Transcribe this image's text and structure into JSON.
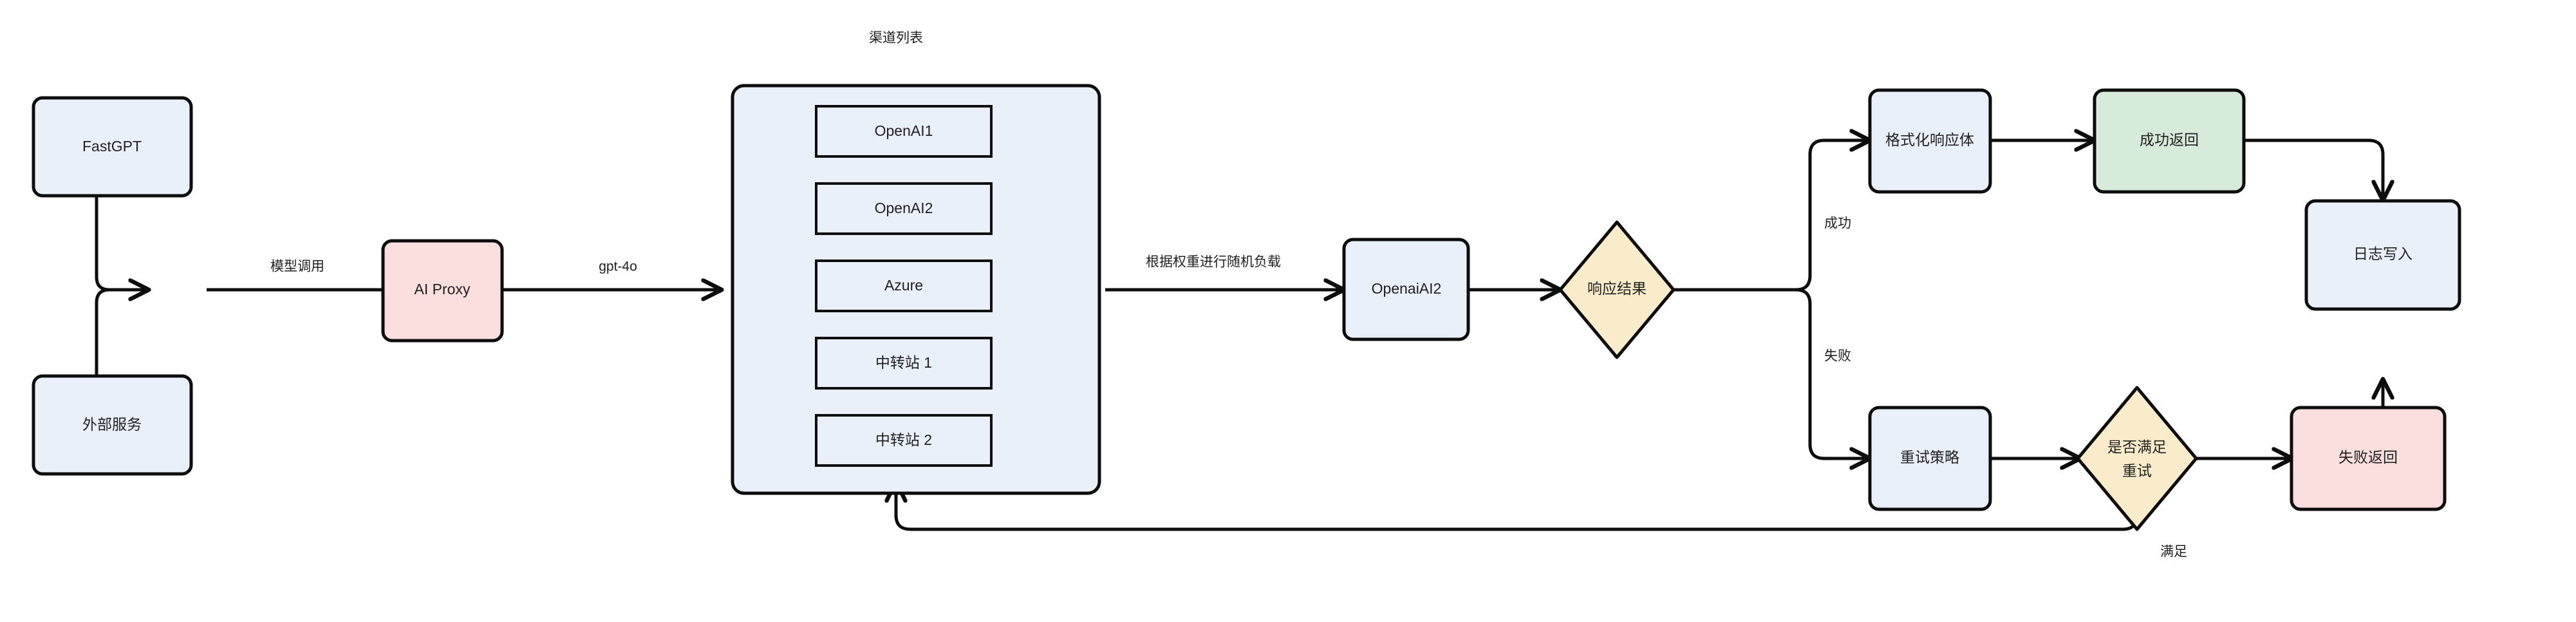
{
  "diagram": {
    "title_group": "渠道列表",
    "nodes": {
      "fastgpt": "FastGPT",
      "external_service": "外部服务",
      "ai_proxy": "AI Proxy",
      "openai1": "OpenAI1",
      "openai2": "OpenAI2",
      "azure": "Azure",
      "relay1": "中转站 1",
      "relay2": "中转站 2",
      "openai_ai2": "OpenaiAI2",
      "response_result": "响应结果",
      "format_response": "格式化响应体",
      "success_return": "成功返回",
      "log_write": "日志写入",
      "retry_policy": "重试策略",
      "retry_check_line1": "是否满足",
      "retry_check_line2": "重试",
      "fail_return": "失败返回"
    },
    "edge_labels": {
      "model_call": "模型调用",
      "gpt4o": "gpt-4o",
      "weighted_random_load": "根据权重进行随机负载",
      "success": "成功",
      "failure": "失败",
      "satisfied": "满足"
    },
    "colors": {
      "blue_fill": "#eaf0fa",
      "pink_fill": "#fbdede",
      "green_fill": "#d7ebdb",
      "yellow_fill": "#faeccb",
      "stroke": "#0d0d0d",
      "text": "#1f1f1f",
      "background": "#ffffff"
    }
  }
}
